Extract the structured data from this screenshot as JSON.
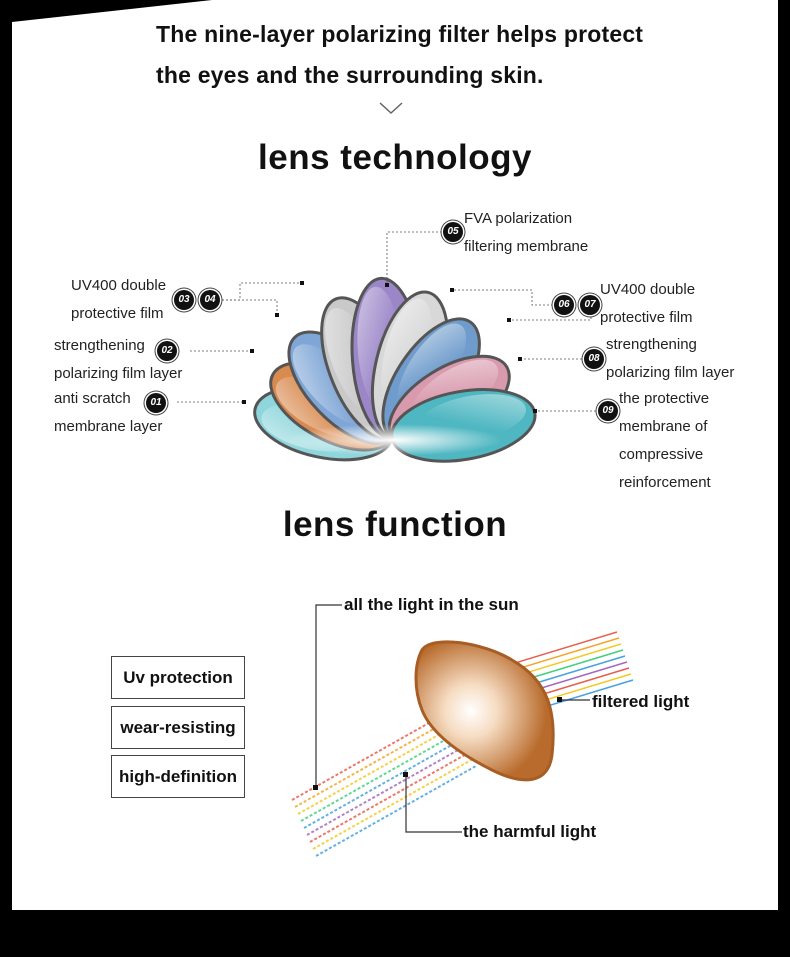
{
  "intro": {
    "line1": "The nine-layer polarizing filter helps protect",
    "line2": "the eyes and the surrounding skin."
  },
  "icons": {
    "chevron": "chevron-down-icon"
  },
  "technology": {
    "title": "lens technology",
    "layers": [
      {
        "num": "01",
        "line1": "anti scratch",
        "line2": "membrane layer"
      },
      {
        "num": "02",
        "line1": "strengthening",
        "line2": "polarizing film layer"
      },
      {
        "num": "03",
        "line1": "UV400 double",
        "line2": "protective film"
      },
      {
        "num": "04",
        "line1": "",
        "line2": ""
      },
      {
        "num": "05",
        "line1": "FVA polarization",
        "line2": "filtering membrane"
      },
      {
        "num": "06",
        "line1": "",
        "line2": ""
      },
      {
        "num": "07",
        "line1": "UV400 double",
        "line2": "protective film"
      },
      {
        "num": "08",
        "line1": "strengthening",
        "line2": "polarizing film layer"
      },
      {
        "num": "09",
        "line1": "the protective",
        "line2": "membrane of",
        "line3": "compressive",
        "line4": "reinforcement"
      }
    ],
    "colors": [
      "#8fd6dc",
      "#d98a4f",
      "#7fa6d6",
      "#c9c9c9",
      "#9b86c8",
      "#d8d8d8",
      "#6f9ccc",
      "#d99aae",
      "#4fb7c2"
    ]
  },
  "function": {
    "title": "lens function",
    "features": [
      "Uv protection",
      "wear-resisting",
      "high-definition"
    ],
    "labels": {
      "sun": "all the light in the sun",
      "filtered": "filtered light",
      "harmful": "the harmful light"
    },
    "lens_color": "#b86b2c"
  }
}
